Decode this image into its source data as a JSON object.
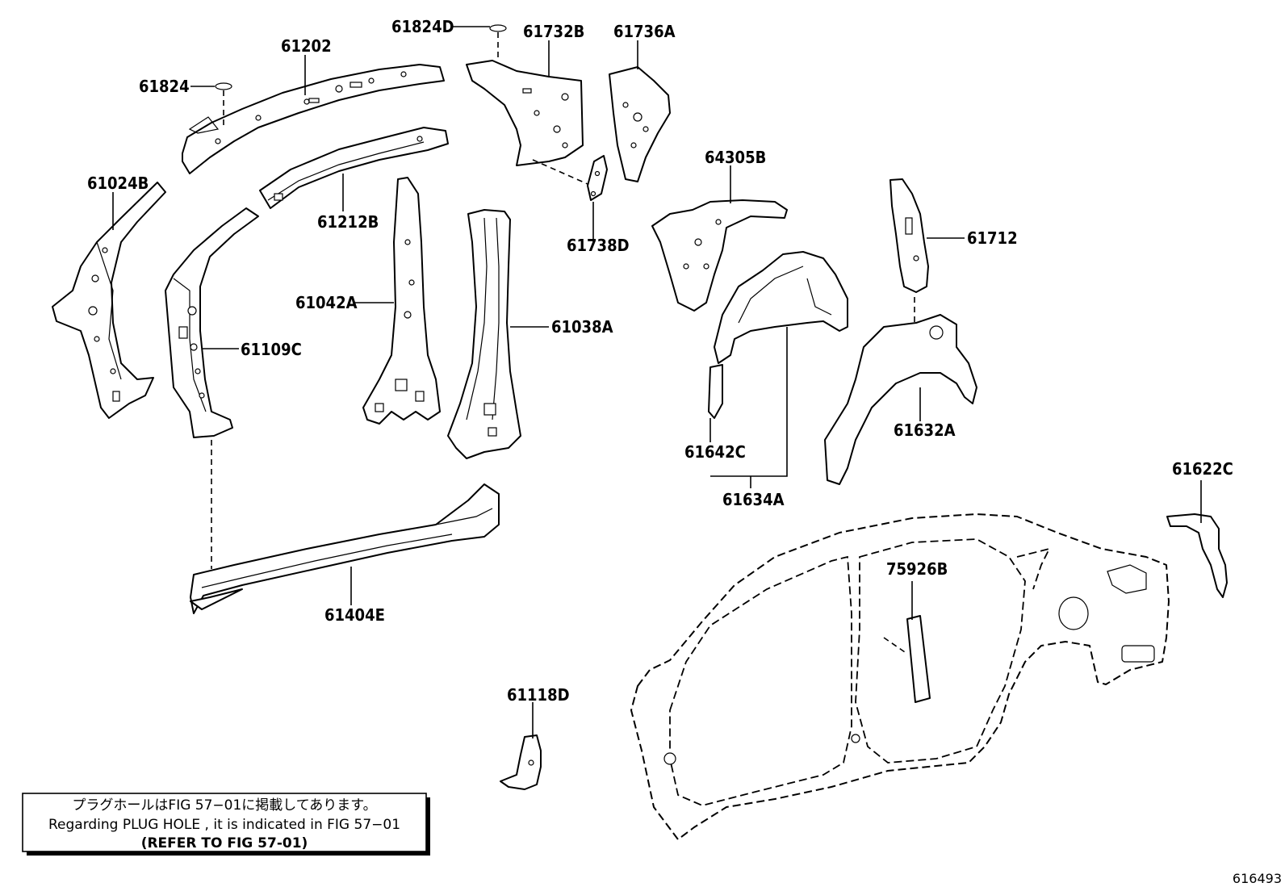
{
  "labels": {
    "p61824D": "61824D",
    "p61732B": "61732B",
    "p61736A": "61736A",
    "p61202": "61202",
    "p61824": "61824",
    "p61024B": "61024B",
    "p61212B": "61212B",
    "p61738D": "61738D",
    "p64305B": "64305B",
    "p61712": "61712",
    "p61042A": "61042A",
    "p61038A": "61038A",
    "p61109C": "61109C",
    "p61642C": "61642C",
    "p61632A": "61632A",
    "p61634A": "61634A",
    "p61622C": "61622C",
    "p75926B": "75926B",
    "p61404E": "61404E",
    "p61118D": "61118D"
  },
  "note": {
    "line1": "プラグホールはFIG 57−01に掲載してあります。",
    "line2": "Regarding  PLUG  HOLE , it is indicated in FIG  57−01",
    "line3": "(REFER TO FIG 57-01)"
  },
  "diagram_id": "616493"
}
